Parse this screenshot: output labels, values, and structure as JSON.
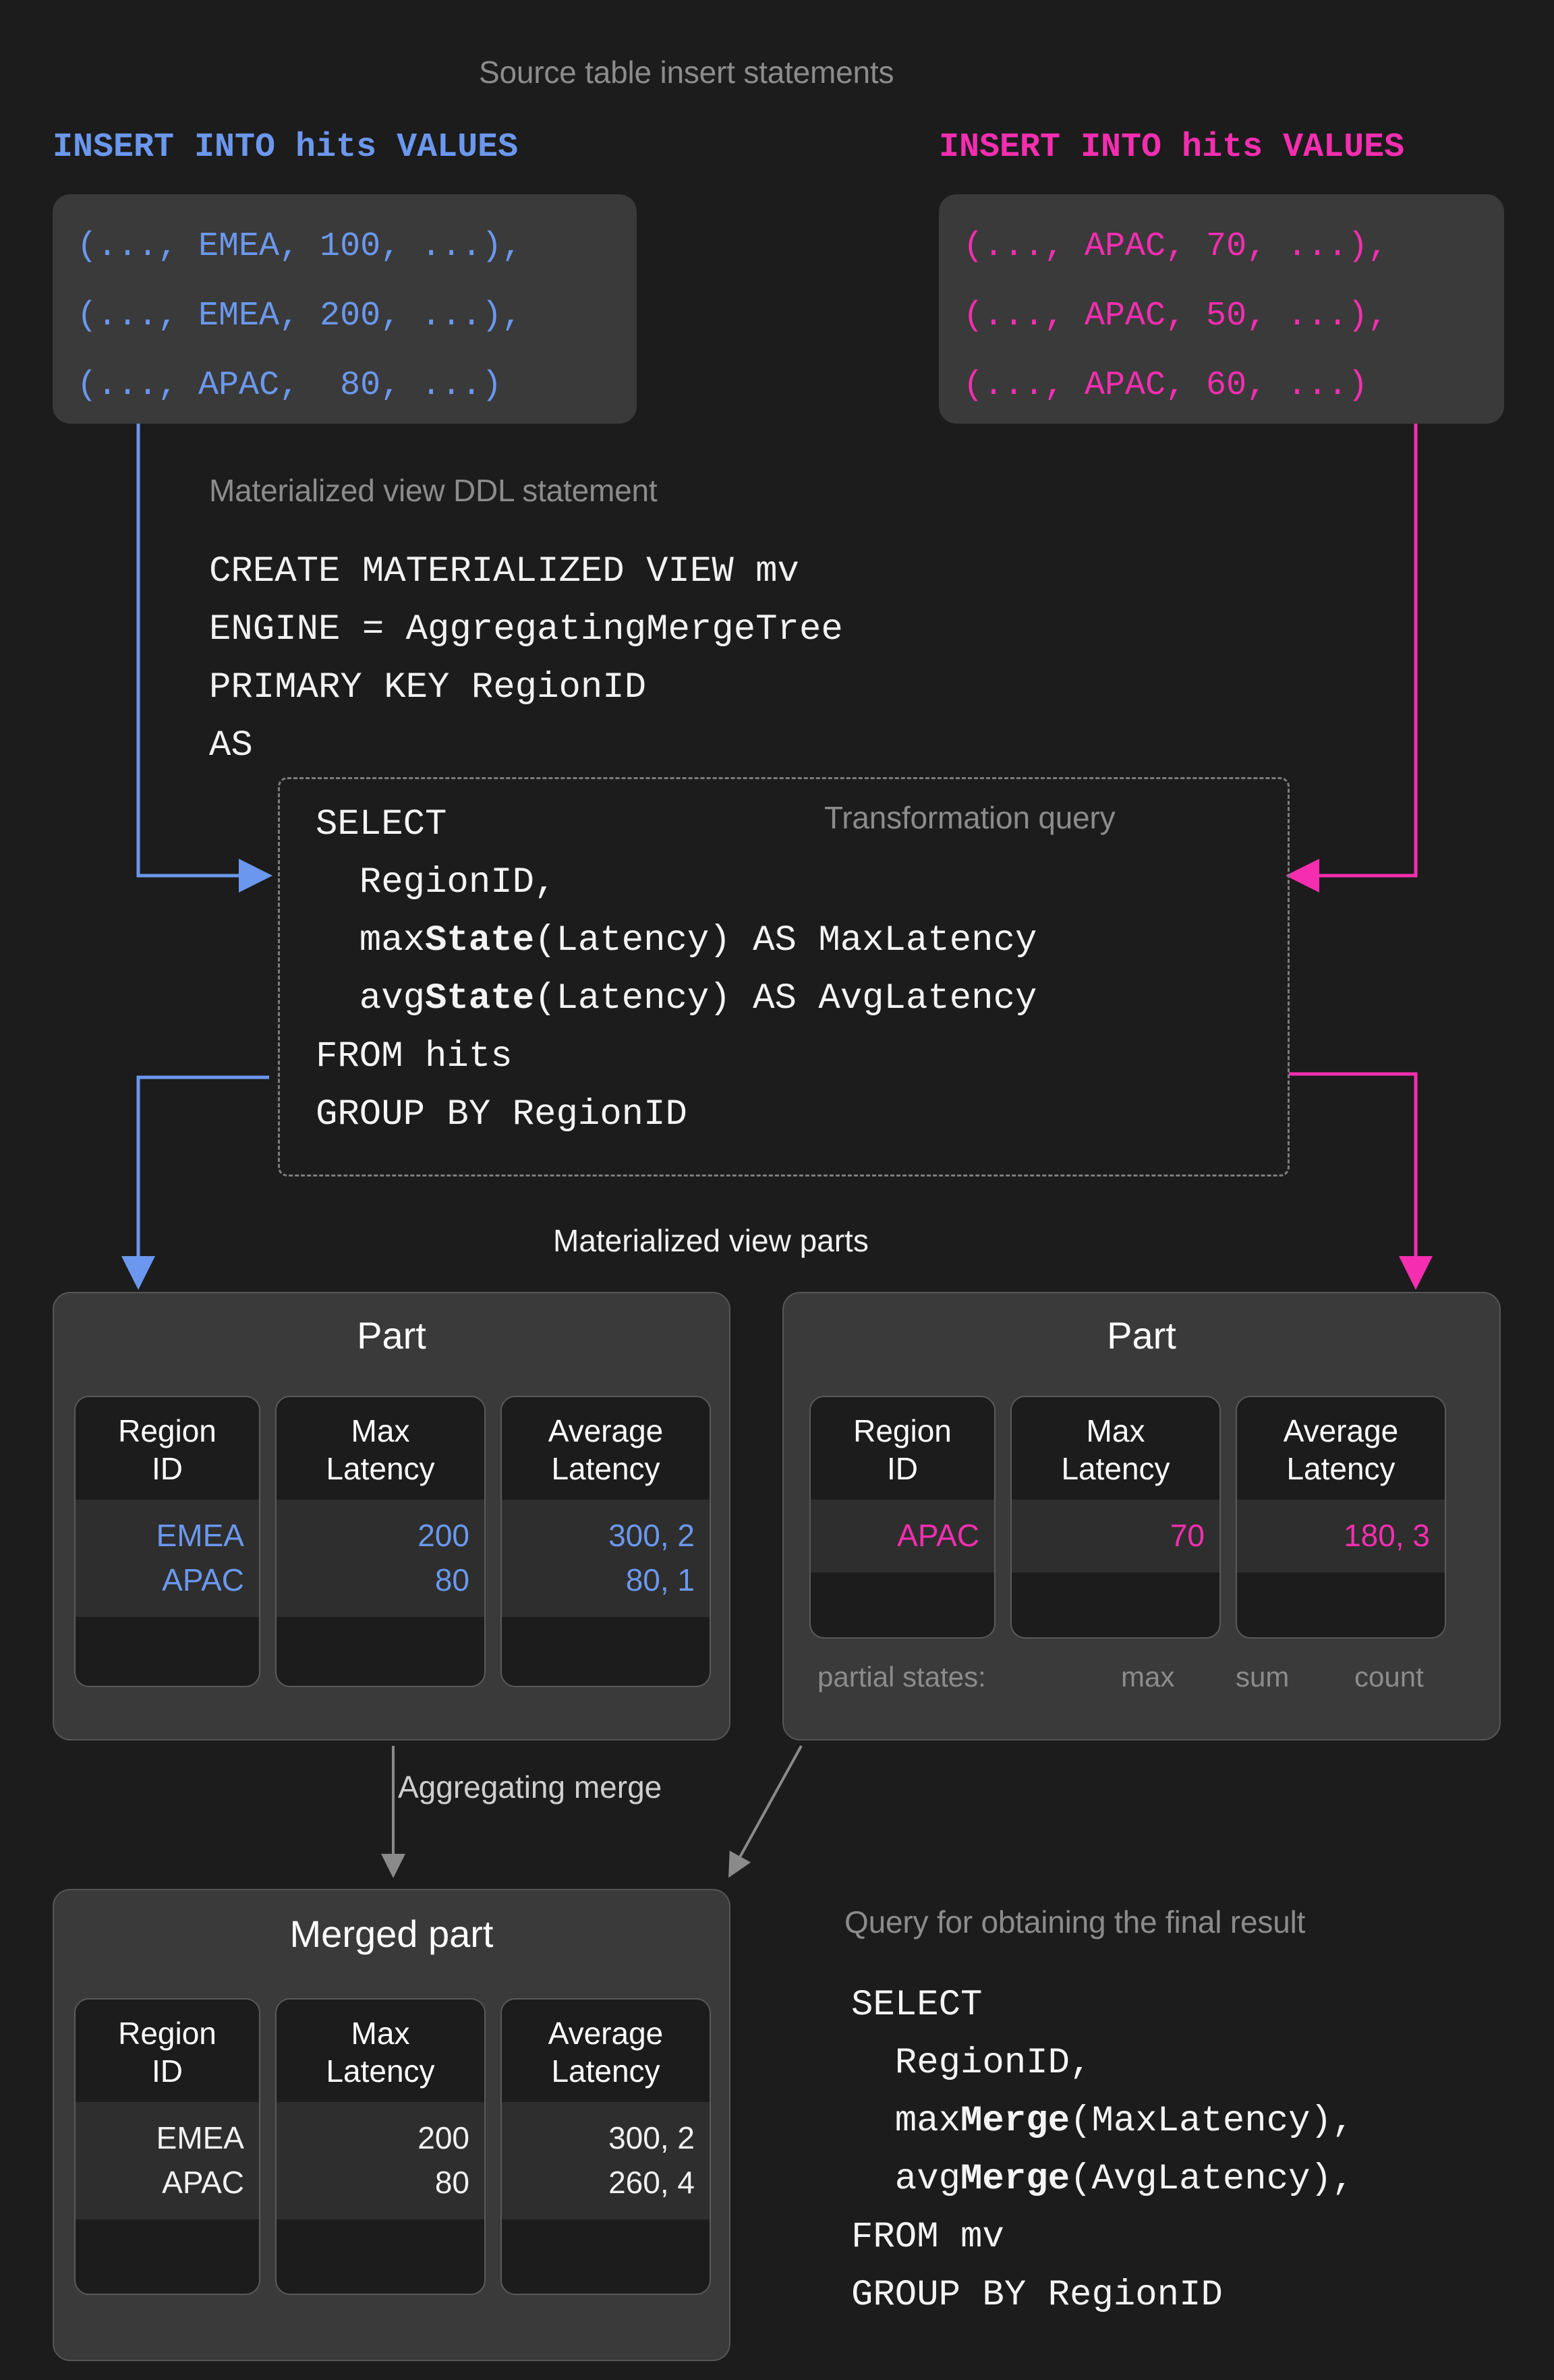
{
  "headings": {
    "source_inserts": "Source table insert statements",
    "ddl": "Materialized view DDL statement",
    "transformation_query": "Transformation query",
    "mv_parts": "Materialized view parts",
    "aggregating_merge": "Aggregating merge",
    "final_query": "Query for obtaining the final result"
  },
  "insert_left": {
    "header": "INSERT INTO hits VALUES",
    "color": "#6b98ee",
    "rows": [
      "(..., EMEA, 100, ...),",
      "(..., EMEA, 200, ...),",
      "(..., APAC,  80, ...)"
    ]
  },
  "insert_right": {
    "header": "INSERT INTO hits VALUES",
    "color": "#f52eb0",
    "rows": [
      "(..., APAC, 70, ...),",
      "(..., APAC, 50, ...),",
      "(..., APAC, 60, ...)"
    ]
  },
  "ddl": {
    "lines": [
      "CREATE MATERIALIZED VIEW mv",
      "ENGINE = AggregatingMergeTree",
      "PRIMARY KEY RegionID",
      "AS"
    ]
  },
  "transformation_query": {
    "lines": [
      {
        "text": "SELECT",
        "bold_token": ""
      },
      {
        "text": "  RegionID,",
        "bold_token": ""
      },
      {
        "pre": "  max",
        "bold": "State",
        "post": "(Latency) AS MaxLatency"
      },
      {
        "pre": "  avg",
        "bold": "State",
        "post": "(Latency) AS AvgLatency"
      },
      {
        "text": "FROM hits",
        "bold_token": ""
      },
      {
        "text": "GROUP BY RegionID",
        "bold_token": ""
      }
    ]
  },
  "part_left": {
    "title": "Part",
    "columns": [
      {
        "header": "Region\nID",
        "values": [
          "EMEA",
          "APAC"
        ],
        "color": "#6b98ee"
      },
      {
        "header": "Max\nLatency",
        "values": [
          "200",
          "80"
        ],
        "color": "#6b98ee"
      },
      {
        "header": "Average\nLatency",
        "values": [
          "300, 2",
          "80, 1"
        ],
        "color": "#6b98ee"
      }
    ]
  },
  "part_right": {
    "title": "Part",
    "columns": [
      {
        "header": "Region\nID",
        "values": [
          "APAC"
        ],
        "color": "#f52eb0"
      },
      {
        "header": "Max\nLatency",
        "values": [
          "70"
        ],
        "color": "#f52eb0"
      },
      {
        "header": "Average\nLatency",
        "values": [
          "180, 3"
        ],
        "color": "#f52eb0"
      }
    ],
    "partial_states_label": "partial states:",
    "partial_states": [
      "max",
      "sum",
      "count"
    ]
  },
  "merged_part": {
    "title": "Merged part",
    "columns": [
      {
        "header": "Region\nID",
        "values": [
          "EMEA",
          "APAC"
        ],
        "color": "#f2f2f2"
      },
      {
        "header": "Max\nLatency",
        "values": [
          "200",
          "80"
        ],
        "color": "#f2f2f2"
      },
      {
        "header": "Average\nLatency",
        "values": [
          "300, 2",
          "260, 4"
        ],
        "color": "#f2f2f2"
      }
    ]
  },
  "final_query": {
    "lines": [
      {
        "text": "SELECT"
      },
      {
        "text": "  RegionID,"
      },
      {
        "pre": "  max",
        "bold": "Merge",
        "post": "(MaxLatency),"
      },
      {
        "pre": "  avg",
        "bold": "Merge",
        "post": "(AvgLatency),"
      },
      {
        "text": "FROM mv"
      },
      {
        "text": "GROUP BY RegionID"
      }
    ]
  },
  "colors": {
    "background": "#1c1c1c",
    "blue": "#6b98ee",
    "pink": "#f52eb0",
    "panel": "#3a3a3a",
    "gray_label": "#8c8c8c",
    "white_text": "#f2f2f2",
    "arrow_gray": "#8a8a8a"
  }
}
